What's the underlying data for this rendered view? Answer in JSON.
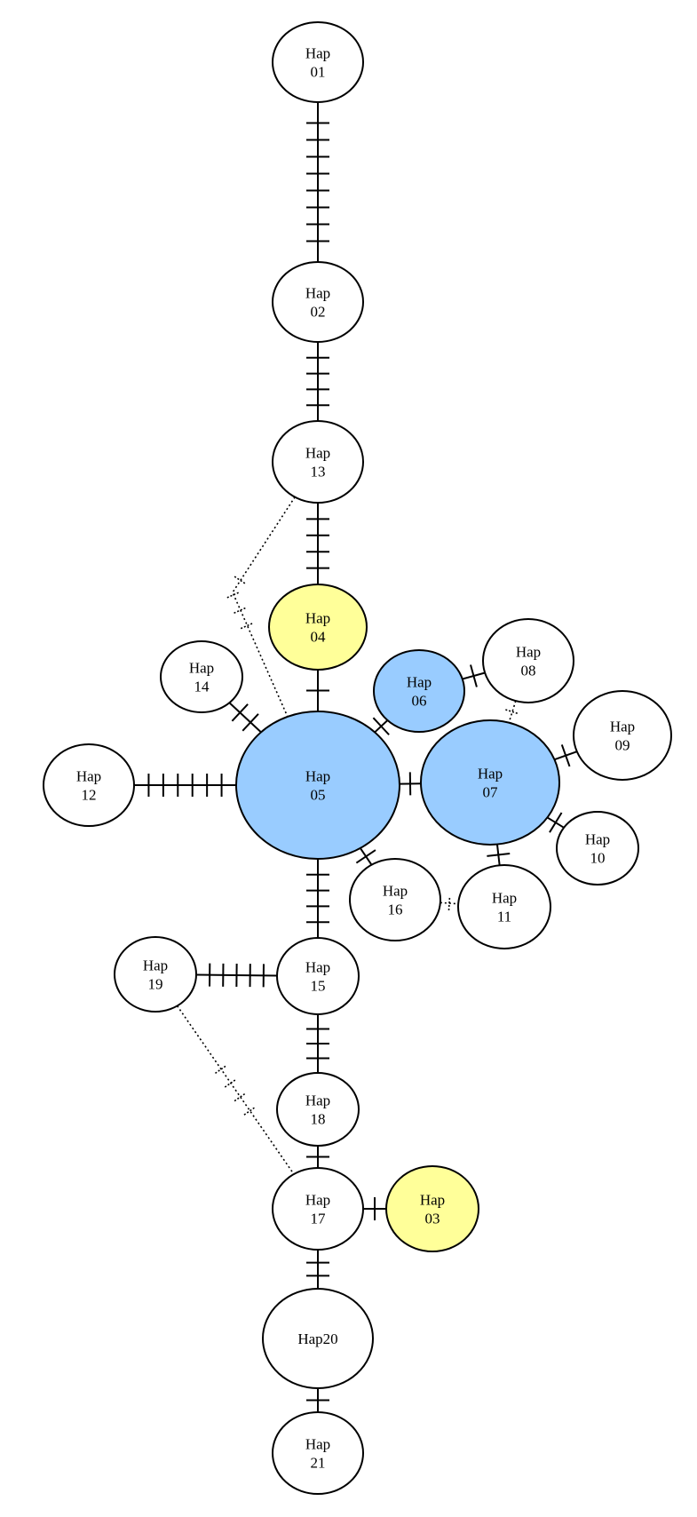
{
  "colors": {
    "white": "#ffffff",
    "yellow": "#ffff99",
    "blue": "#99ccff",
    "stroke": "#000000"
  },
  "nodes": [
    {
      "id": "h01",
      "lines": [
        "Hap",
        "01"
      ],
      "fill": "white"
    },
    {
      "id": "h02",
      "lines": [
        "Hap",
        "02"
      ],
      "fill": "white"
    },
    {
      "id": "h13",
      "lines": [
        "Hap",
        "13"
      ],
      "fill": "white"
    },
    {
      "id": "h04",
      "lines": [
        "Hap",
        "04"
      ],
      "fill": "yellow"
    },
    {
      "id": "h14",
      "lines": [
        "Hap",
        "14"
      ],
      "fill": "white"
    },
    {
      "id": "h06",
      "lines": [
        "Hap",
        "06"
      ],
      "fill": "blue"
    },
    {
      "id": "h08",
      "lines": [
        "Hap",
        "08"
      ],
      "fill": "white"
    },
    {
      "id": "h09",
      "lines": [
        "Hap",
        "09"
      ],
      "fill": "white"
    },
    {
      "id": "h12",
      "lines": [
        "Hap",
        "12"
      ],
      "fill": "white"
    },
    {
      "id": "h05",
      "lines": [
        "Hap",
        "05"
      ],
      "fill": "blue"
    },
    {
      "id": "h07",
      "lines": [
        "Hap",
        "07"
      ],
      "fill": "blue"
    },
    {
      "id": "h10",
      "lines": [
        "Hap",
        "10"
      ],
      "fill": "white"
    },
    {
      "id": "h16",
      "lines": [
        "Hap",
        "16"
      ],
      "fill": "white"
    },
    {
      "id": "h11",
      "lines": [
        "Hap",
        "11"
      ],
      "fill": "white"
    },
    {
      "id": "h19",
      "lines": [
        "Hap",
        "19"
      ],
      "fill": "white"
    },
    {
      "id": "h15",
      "lines": [
        "Hap",
        "15"
      ],
      "fill": "white"
    },
    {
      "id": "h18",
      "lines": [
        "Hap",
        "18"
      ],
      "fill": "white"
    },
    {
      "id": "h17",
      "lines": [
        "Hap",
        "17"
      ],
      "fill": "white"
    },
    {
      "id": "h03",
      "lines": [
        "Hap",
        "03"
      ],
      "fill": "yellow"
    },
    {
      "id": "h20",
      "lines": [
        "Hap20"
      ],
      "fill": "white"
    },
    {
      "id": "h21",
      "lines": [
        "Hap",
        "21"
      ],
      "fill": "white"
    }
  ],
  "edges": [
    {
      "from": "h01",
      "to": "h02",
      "mutations": 8,
      "style": "solid"
    },
    {
      "from": "h02",
      "to": "h13",
      "mutations": 4,
      "style": "solid"
    },
    {
      "from": "h13",
      "to": "h04",
      "mutations": 4,
      "style": "solid"
    },
    {
      "from": "h04",
      "to": "h05",
      "mutations": 1,
      "style": "solid"
    },
    {
      "from": "h14",
      "to": "h05",
      "mutations": 2,
      "style": "solid"
    },
    {
      "from": "h12",
      "to": "h05",
      "mutations": 6,
      "style": "solid"
    },
    {
      "from": "h05",
      "to": "h06",
      "mutations": 1,
      "style": "solid"
    },
    {
      "from": "h05",
      "to": "h07",
      "mutations": 1,
      "style": "solid"
    },
    {
      "from": "h06",
      "to": "h08",
      "mutations": 1,
      "style": "solid"
    },
    {
      "from": "h07",
      "to": "h09",
      "mutations": 1,
      "style": "solid"
    },
    {
      "from": "h07",
      "to": "h10",
      "mutations": 1,
      "style": "solid"
    },
    {
      "from": "h07",
      "to": "h11",
      "mutations": 1,
      "style": "solid"
    },
    {
      "from": "h05",
      "to": "h16",
      "mutations": 1,
      "style": "solid"
    },
    {
      "from": "h05",
      "to": "h15",
      "mutations": 4,
      "style": "solid"
    },
    {
      "from": "h19",
      "to": "h15",
      "mutations": 5,
      "style": "solid"
    },
    {
      "from": "h15",
      "to": "h18",
      "mutations": 3,
      "style": "solid"
    },
    {
      "from": "h18",
      "to": "h17",
      "mutations": 1,
      "style": "solid"
    },
    {
      "from": "h17",
      "to": "h03",
      "mutations": 1,
      "style": "solid"
    },
    {
      "from": "h17",
      "to": "h20",
      "mutations": 2,
      "style": "solid"
    },
    {
      "from": "h20",
      "to": "h21",
      "mutations": 1,
      "style": "solid"
    },
    {
      "from": "h08",
      "to": "h07",
      "mutations": 1,
      "style": "dotted"
    },
    {
      "from": "h16",
      "to": "h11",
      "mutations": 1,
      "style": "dotted"
    },
    {
      "from": "h19",
      "to": "h17",
      "mutations": 4,
      "style": "dotted"
    },
    {
      "from": "h13",
      "to": "h05",
      "mutations": 4,
      "style": "dotted"
    }
  ]
}
